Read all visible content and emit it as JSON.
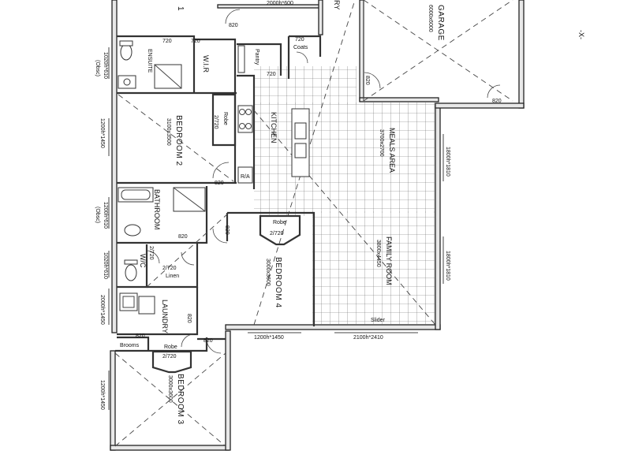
{
  "rooms": {
    "bed1_fragment": "1",
    "ensuite": "ENSUITE",
    "wir": "W.I.R",
    "pantry": "Pantry",
    "coats": "Coats",
    "garage": "GARAGE",
    "garage_size": "6000x6000",
    "kitchen": "KITCHEN",
    "meals": "MEALS AREA",
    "meals_size": "3700x2700",
    "bedroom2": "BEDROOM 2",
    "bedroom2_size": "3100x3500",
    "bathroom": "BATHROOM",
    "bedroom4": "BEDROOM 4",
    "bedroom4_size": "3000x3600",
    "family": "FAMILY ROOM",
    "family_size": "3800x4450",
    "wc": "W/C",
    "linen": "Linen",
    "laundry": "LAUNDRY",
    "brooms": "Brooms",
    "bedroom3": "BEDROOM 3",
    "bedroom3_size": "3000x3600",
    "robe2": "Robe",
    "robe4": "Robe",
    "robe3": "Robe",
    "fridge": "R/A",
    "ry_fragment": "RY"
  },
  "dimensions": {
    "top_window": "2000h*600",
    "d720a": "720",
    "d720b": "720",
    "d720c": "720",
    "d720d": "720",
    "d820_1": "820",
    "d820_2": "820",
    "d820_3": "820",
    "d820_4": "820",
    "d820_5": "820",
    "d820_6": "820",
    "d820_7": "820",
    "d820_8": "820",
    "d820_9": "820",
    "d720_robe2": "2/720",
    "d720_robe4": "2/720",
    "d720_robe3": "2/720",
    "d720_wc": "2/720",
    "d720_linen": "2/720",
    "w_1020_610": "1020h*610",
    "w_1200_1450": "1200h*1450",
    "w_1200_610": "1200h*610",
    "w_1020_610b": "1020h*610",
    "w_2000_1450": "2000h*1450",
    "w_1200_1450b": "1200h*1450",
    "w_1200_1450c": "1200h*1450",
    "w_2100_2410": "2100h*2410",
    "w_1800_1810": "1800h*1810",
    "w_1800_1810b": "1800h*1810",
    "obsc1": "(Obsc)",
    "obsc2": "(Obsc)",
    "sliding": "Slider"
  },
  "annotation": "-X-"
}
